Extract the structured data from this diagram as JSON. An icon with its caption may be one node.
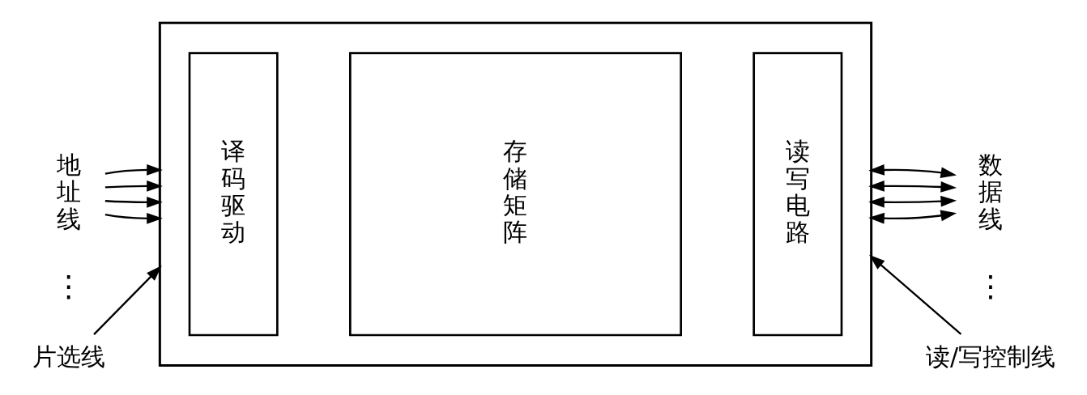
{
  "diagram": {
    "nodes": [
      {
        "text": [
          "地址线"
        ]
      },
      {
        "text": [],
        "shape": "box"
      },
      {
        "text": [
          "译码驱动"
        ],
        "in": 1
      },
      {
        "text": [
          "存储矩阵"
        ],
        "in": 1
      },
      {
        "text": [
          "读写电路"
        ],
        "in": 1
      },
      {
        "text": [
          "数据线"
        ]
      },
      {
        "text": [
          "片选线"
        ]
      },
      {
        "text": [
          "读/写控制线"
        ]
      }
    ],
    "edges": [
      {
        "from": 0,
        "to": 1,
        "arrow": "to"
      },
      {
        "from": 0,
        "to": 1,
        "arrow": "to"
      },
      {
        "from": 0,
        "to": 1,
        "arrow": "to"
      },
      {
        "from": 0,
        "to": 1,
        "arrow": "to"
      },
      {
        "from": 1,
        "to": 5,
        "arrow": "both"
      },
      {
        "from": 1,
        "to": 5,
        "arrow": "both"
      },
      {
        "from": 1,
        "to": 5,
        "arrow": "both"
      },
      {
        "from": 1,
        "to": 5,
        "arrow": "both"
      },
      {
        "from": 6,
        "to": 1,
        "arrow": "to"
      },
      {
        "from": 7,
        "to": 1,
        "arrow": "to"
      }
    ],
    "labels": [
      "⋮",
      "⋮"
    ]
  }
}
